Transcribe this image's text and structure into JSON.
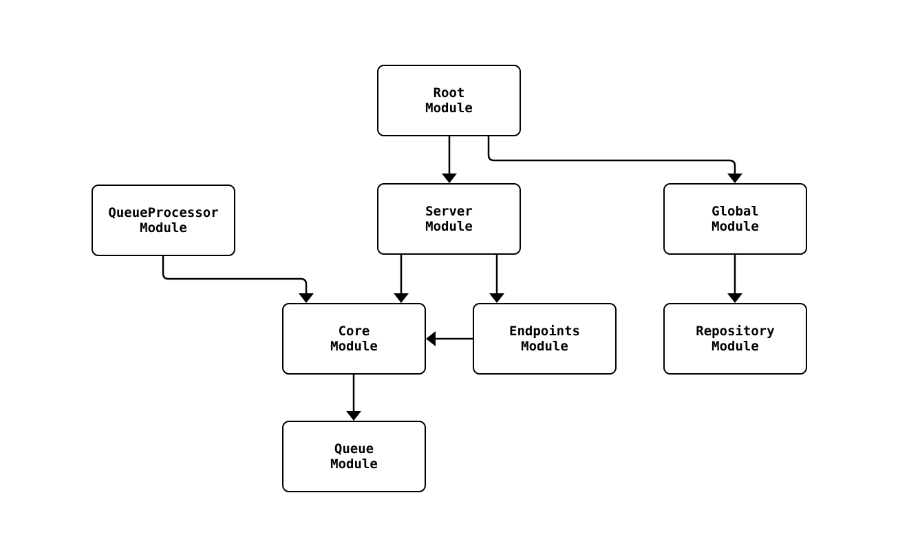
{
  "diagram": {
    "type": "module-dependency-graph",
    "colors": {
      "background": "#ffffff",
      "node_fill": "#ffffff",
      "node_border": "#000000",
      "text": "#000000",
      "edge": "#000000"
    },
    "nodes": {
      "root": {
        "line1": "Root",
        "line2": "Module"
      },
      "server": {
        "line1": "Server",
        "line2": "Module"
      },
      "queueprocessor": {
        "line1": "QueueProcessor",
        "line2": "Module"
      },
      "global": {
        "line1": "Global",
        "line2": "Module"
      },
      "core": {
        "line1": "Core",
        "line2": "Module"
      },
      "endpoints": {
        "line1": "Endpoints",
        "line2": "Module"
      },
      "repository": {
        "line1": "Repository",
        "line2": "Module"
      },
      "queue": {
        "line1": "Queue",
        "line2": "Module"
      }
    },
    "edges": [
      {
        "from": "Root Module",
        "to": "Server Module"
      },
      {
        "from": "Root Module",
        "to": "Global Module"
      },
      {
        "from": "QueueProcessor Module",
        "to": "Core Module"
      },
      {
        "from": "Server Module",
        "to": "Core Module"
      },
      {
        "from": "Server Module",
        "to": "Endpoints Module"
      },
      {
        "from": "Endpoints Module",
        "to": "Core Module"
      },
      {
        "from": "Global Module",
        "to": "Repository Module"
      },
      {
        "from": "Core Module",
        "to": "Queue Module"
      }
    ]
  }
}
